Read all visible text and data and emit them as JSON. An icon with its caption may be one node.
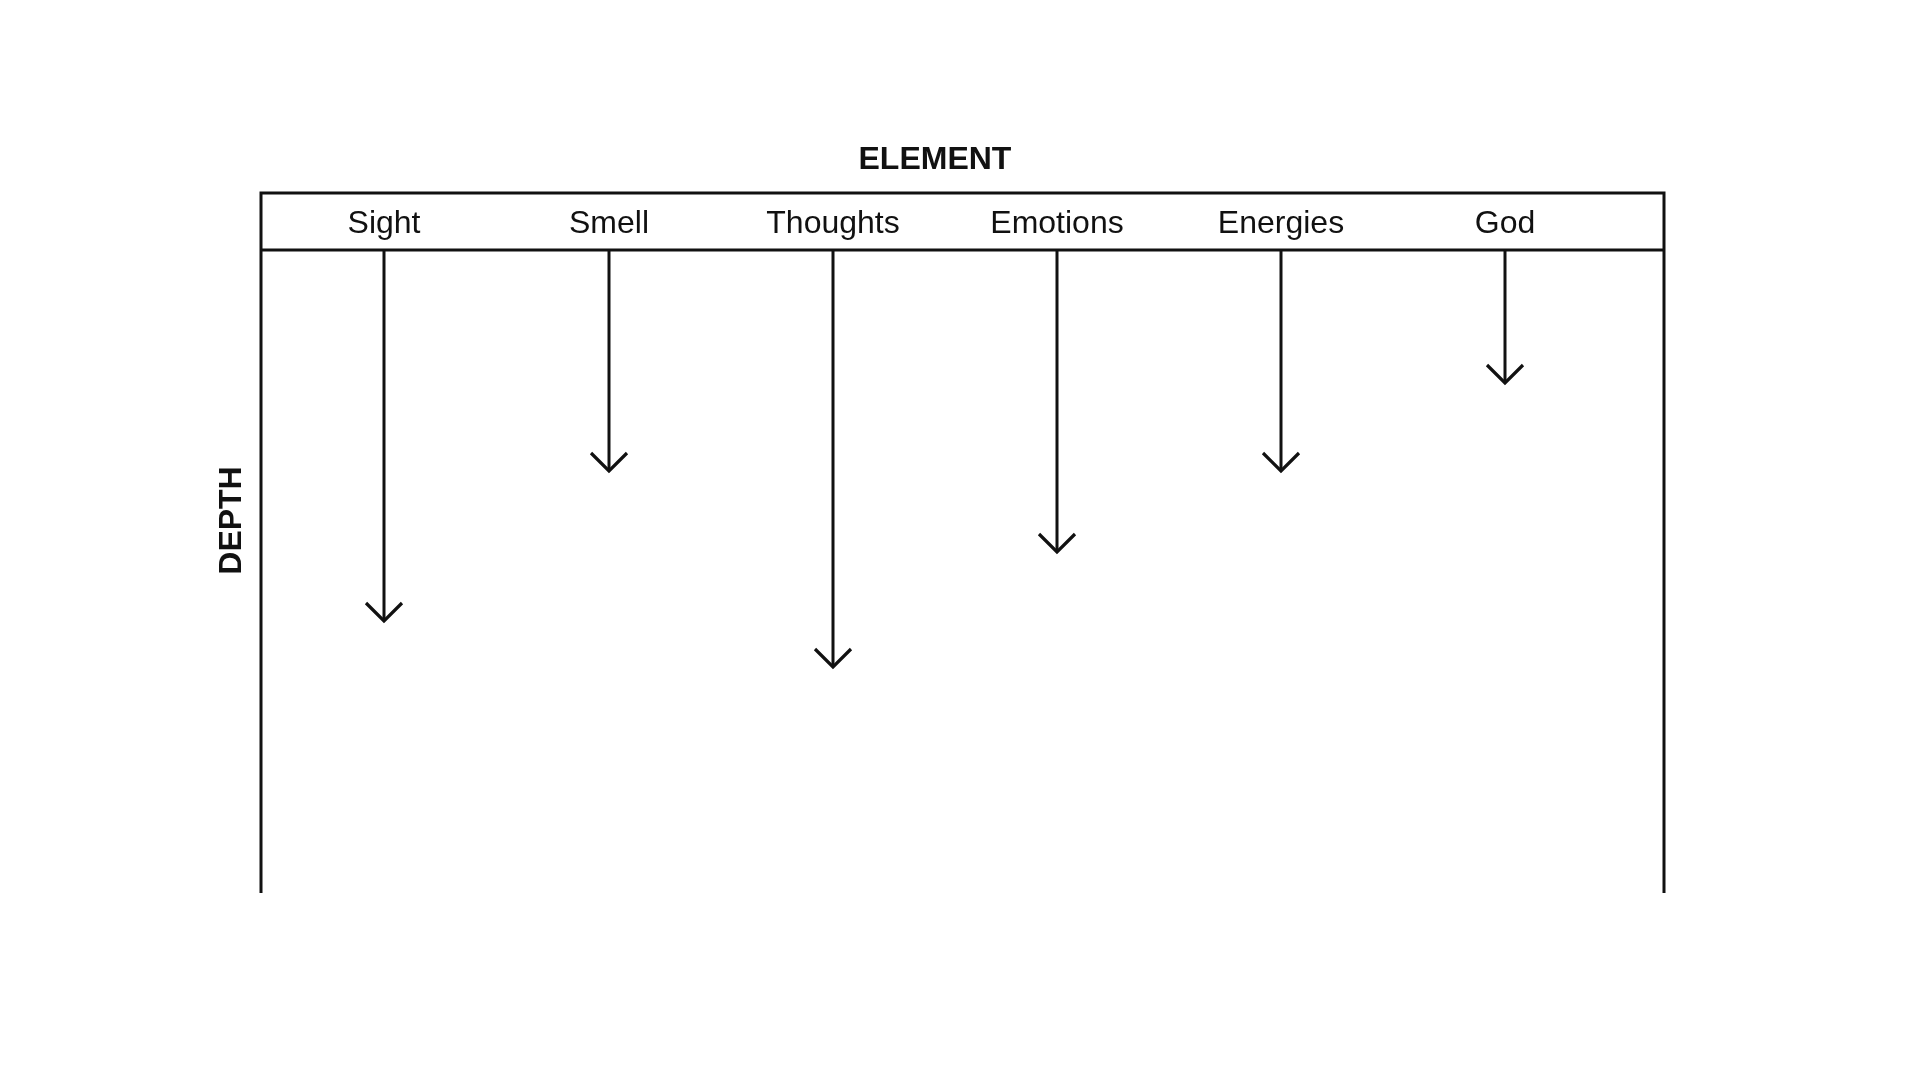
{
  "diagram": {
    "nodes": [
      {
        "text": [
          "Sight"
        ]
      },
      {
        "text": [
          "Smell"
        ]
      },
      {
        "text": [
          "Thoughts"
        ]
      },
      {
        "text": [
          "Emotions"
        ]
      },
      {
        "text": [
          "Energies"
        ]
      },
      {
        "text": [
          "God"
        ]
      }
    ],
    "edges": [
      {
        "from": 0,
        "to": null,
        "arrow": "to"
      },
      {
        "from": 1,
        "to": null,
        "arrow": "to"
      },
      {
        "from": 2,
        "to": null,
        "arrow": "to"
      },
      {
        "from": 3,
        "to": null,
        "arrow": "to"
      },
      {
        "from": 4,
        "to": null,
        "arrow": "to"
      },
      {
        "from": 5,
        "to": null,
        "arrow": "to"
      }
    ],
    "labels": [
      "ELEMENT",
      "DEPTH"
    ]
  }
}
